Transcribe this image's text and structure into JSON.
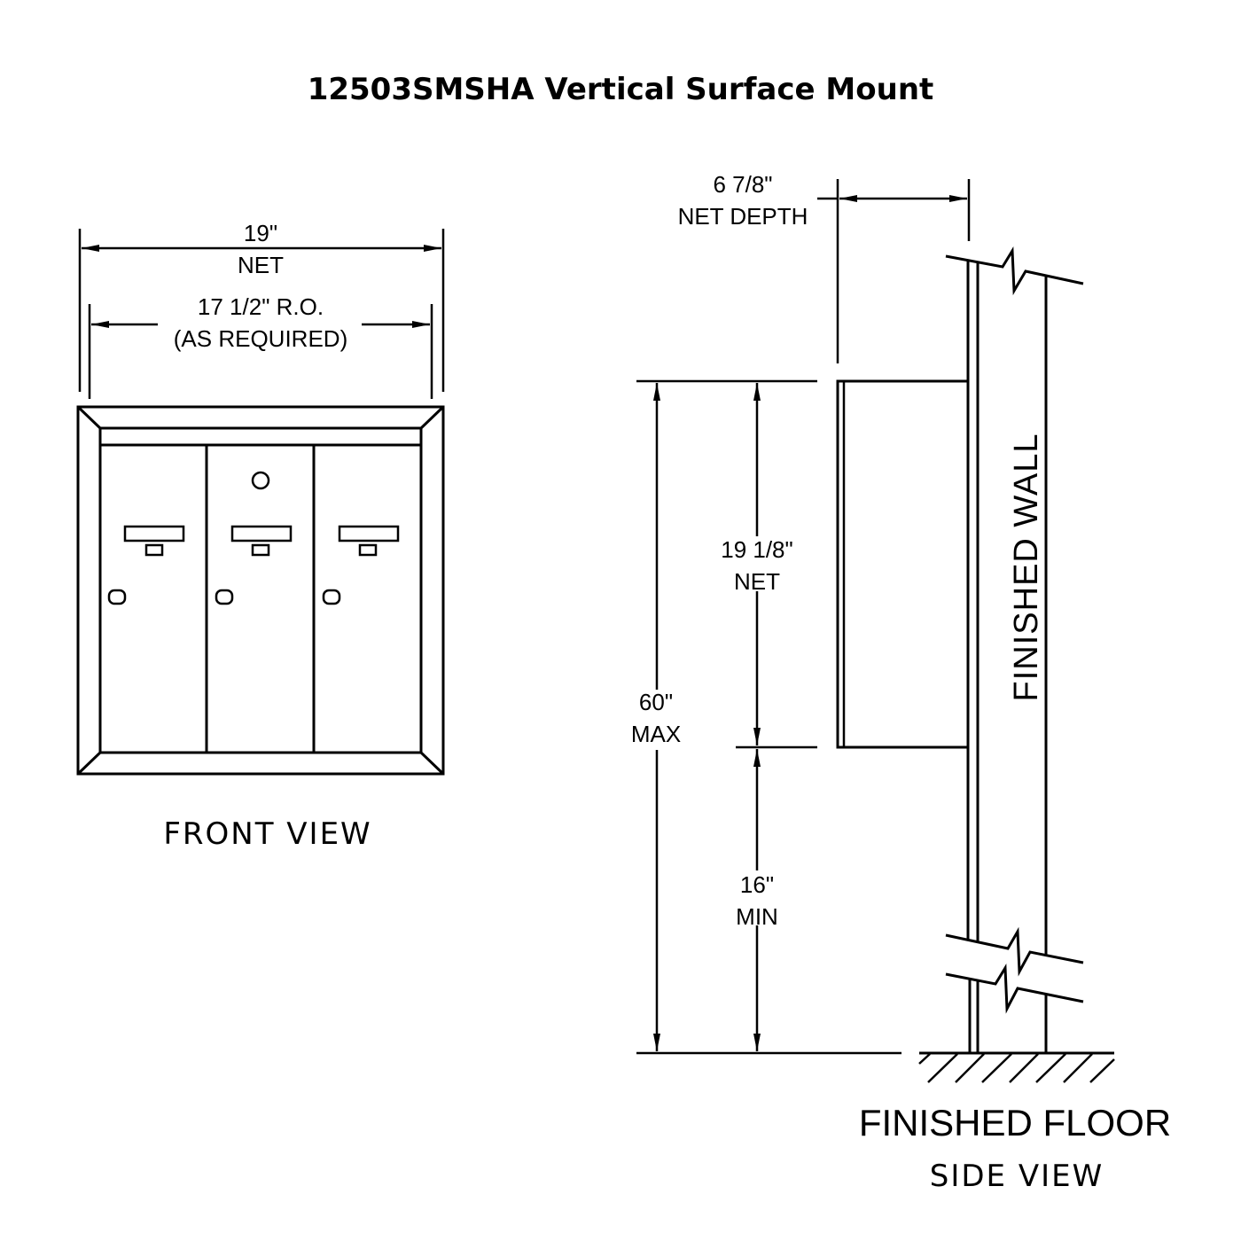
{
  "title": "12503SMSHA Vertical Surface Mount",
  "front_view": {
    "label": "FRONT VIEW",
    "width_net": "19\"",
    "width_net_label": "NET",
    "rough_opening": "17 1/2\" R.O.",
    "rough_opening_note": "(AS REQUIRED)"
  },
  "side_view": {
    "label": "SIDE VIEW",
    "depth": "6 7/8\"",
    "depth_label": "NET DEPTH",
    "height_net": "19 1/8\"",
    "height_net_label": "NET",
    "max_height": "60\"",
    "max_height_label": "MAX",
    "min_height": "16\"",
    "min_height_label": "MIN",
    "wall_label": "FINISHED  WALL",
    "floor_label": "FINISHED FLOOR"
  }
}
